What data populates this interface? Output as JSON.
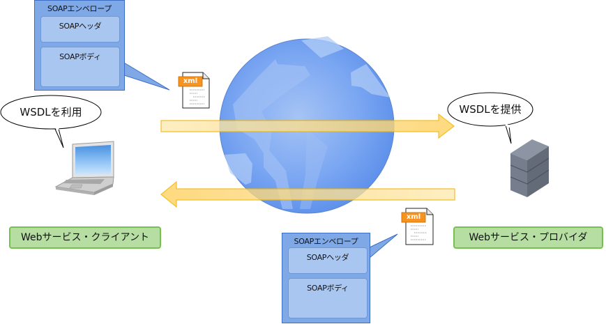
{
  "diagram": {
    "top_envelope": {
      "title": "SOAPエンベロープ",
      "header": "SOAPヘッダ",
      "body": "SOAPボディ"
    },
    "bottom_envelope": {
      "title": "SOAPエンベロープ",
      "header": "SOAPヘッダ",
      "body": "SOAPボディ"
    },
    "xml_icon_label": "xml",
    "client_bubble": "WSDLを利用",
    "provider_bubble": "WSDLを提供",
    "client_label": "Webサービス・クライアント",
    "provider_label": "Webサービス・プロバイダ",
    "icons": [
      "laptop-icon",
      "server-icon",
      "globe-icon",
      "xml-file-icon",
      "arrow-right",
      "arrow-left"
    ],
    "colors": {
      "envelope": "#7fa8e6",
      "envelope_part": "#a9c6f0",
      "label_fill": "#b6dea2",
      "label_border": "#77c050",
      "arrow_fill": "#fdd97a",
      "arrow_border": "#f0b400",
      "globe": "#6a9cf0",
      "xml_tag": "#f7931e"
    }
  }
}
